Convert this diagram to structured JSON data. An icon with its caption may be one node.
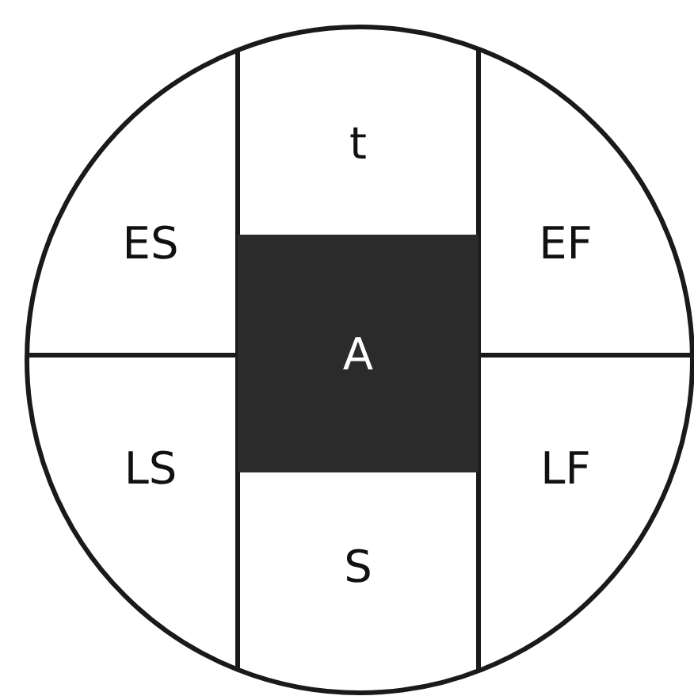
{
  "diagram": {
    "nodes": [
      {
        "text": [],
        "shape": "circle"
      },
      {
        "text": [
          "ES"
        ],
        "in": 0
      },
      {
        "text": [
          "t"
        ],
        "in": 0
      },
      {
        "text": [
          "EF"
        ],
        "in": 0
      },
      {
        "text": [
          "A"
        ],
        "in": 0
      },
      {
        "text": [
          "LS"
        ],
        "in": 0
      },
      {
        "text": [
          "S"
        ],
        "in": 0
      },
      {
        "text": [
          "LF"
        ],
        "in": 0
      }
    ],
    "edges": []
  }
}
